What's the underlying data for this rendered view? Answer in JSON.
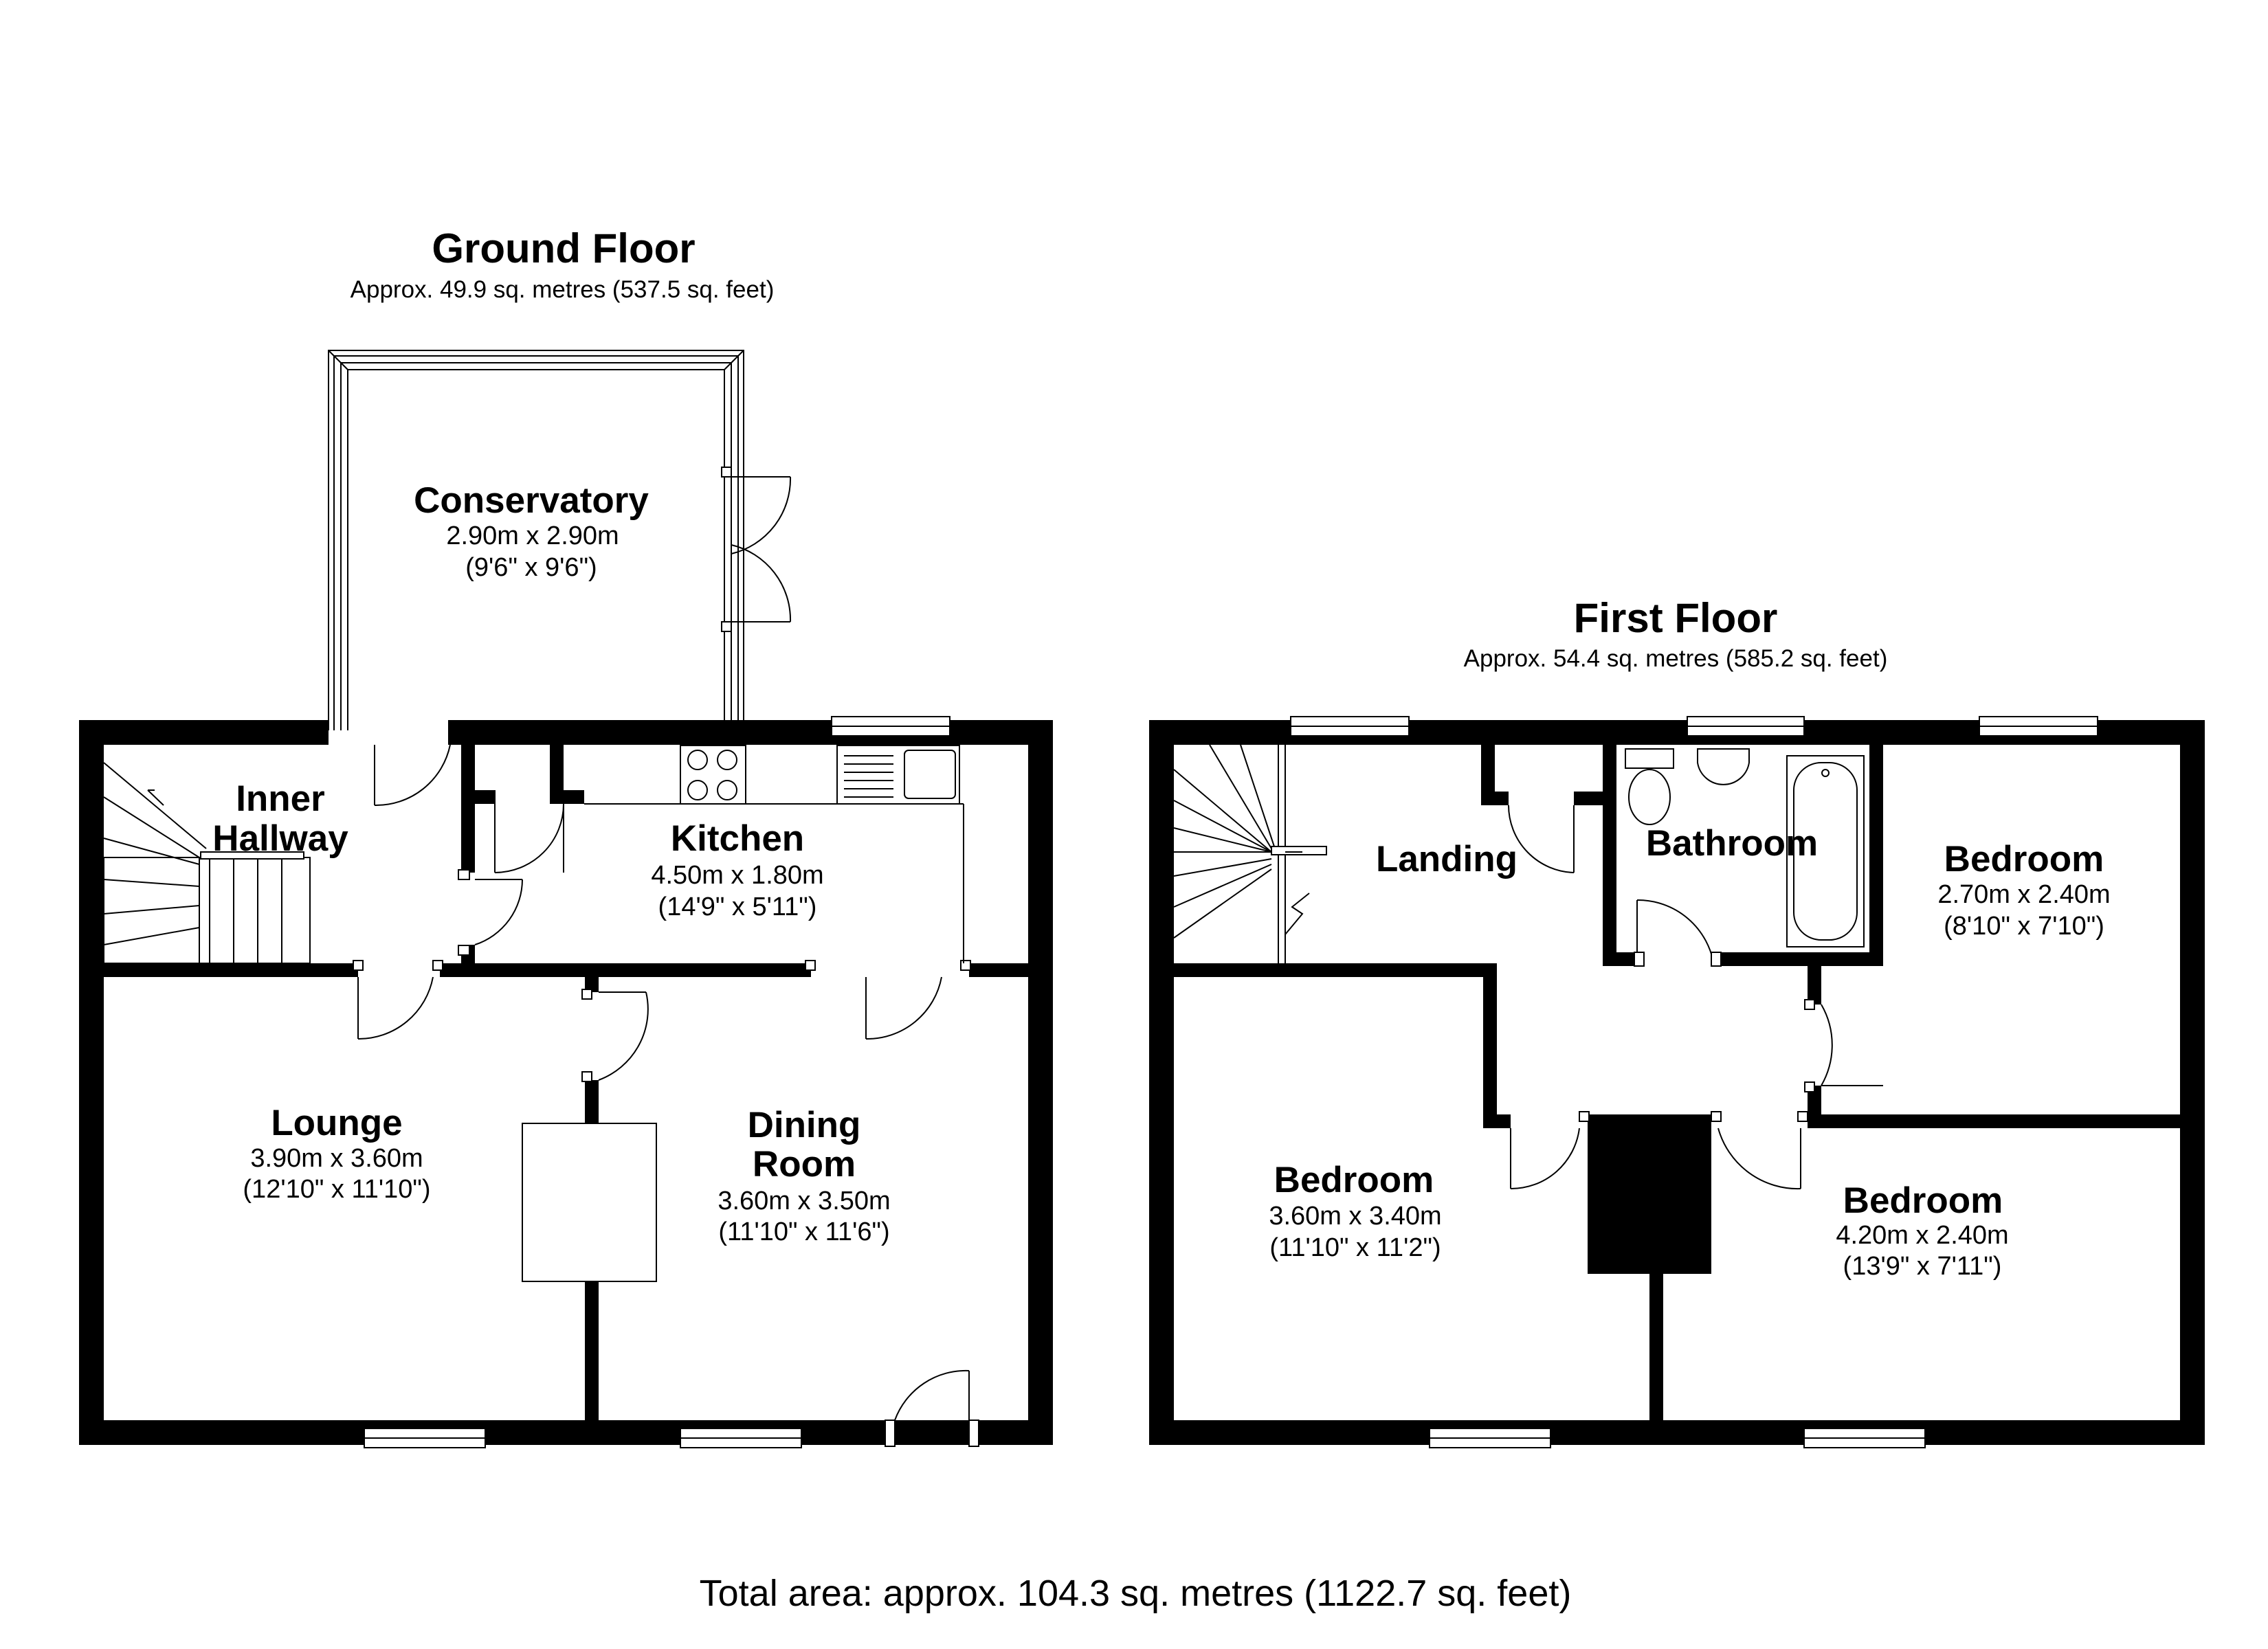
{
  "ground_floor": {
    "title": "Ground Floor",
    "area": "Approx. 49.9 sq. metres (537.5 sq. feet)",
    "rooms": {
      "conservatory": {
        "name": "Conservatory",
        "metric": "2.90m x 2.90m",
        "imperial": "(9'6\" x 9'6\")"
      },
      "inner_hallway": {
        "name_line1": "Inner",
        "name_line2": "Hallway"
      },
      "kitchen": {
        "name": "Kitchen",
        "metric": "4.50m x 1.80m",
        "imperial": "(14'9\" x 5'11\")"
      },
      "lounge": {
        "name": "Lounge",
        "metric": "3.90m x 3.60m",
        "imperial": "(12'10\" x 11'10\")"
      },
      "dining_room": {
        "name_line1": "Dining",
        "name_line2": "Room",
        "metric": "3.60m x 3.50m",
        "imperial": "(11'10\" x 11'6\")"
      }
    }
  },
  "first_floor": {
    "title": "First Floor",
    "area": "Approx. 54.4 sq. metres (585.2 sq. feet)",
    "rooms": {
      "landing": {
        "name": "Landing"
      },
      "bathroom": {
        "name": "Bathroom"
      },
      "bedroom_rear": {
        "name": "Bedroom",
        "metric": "2.70m x 2.40m",
        "imperial": "(8'10\" x 7'10\")"
      },
      "bedroom_left": {
        "name": "Bedroom",
        "metric": "3.60m x 3.40m",
        "imperial": "(11'10\" x 11'2\")"
      },
      "bedroom_right": {
        "name": "Bedroom",
        "metric": "4.20m x 2.40m",
        "imperial": "(13'9\" x 7'11\")"
      }
    }
  },
  "total_area": "Total area: approx. 104.3 sq. metres (1122.7 sq. feet)"
}
